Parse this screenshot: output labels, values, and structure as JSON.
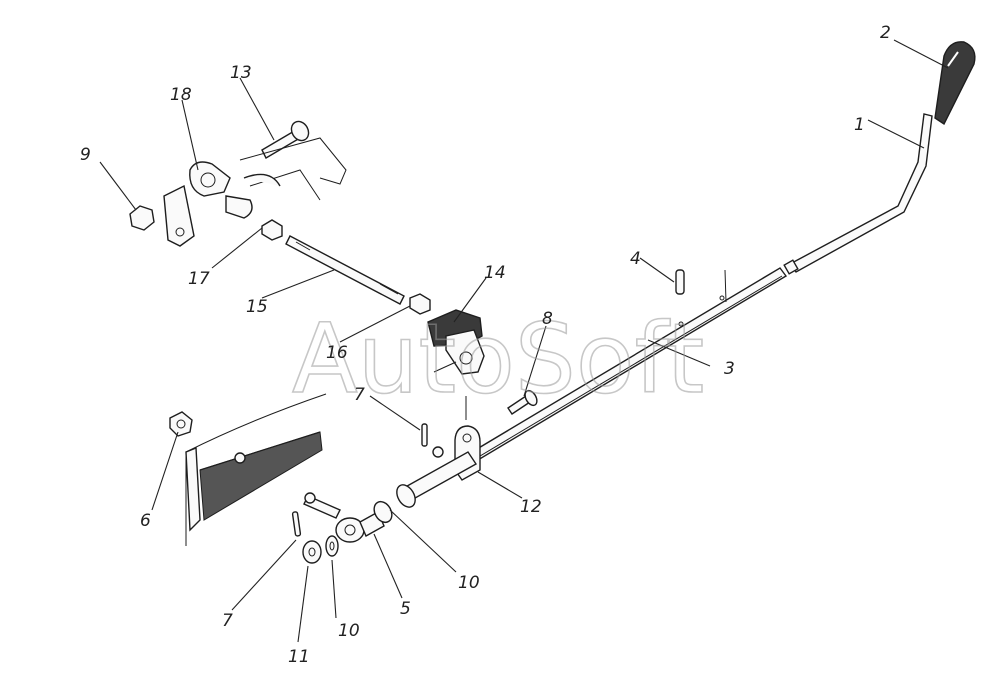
{
  "watermark": "AutoSoft",
  "callouts": {
    "c1": "1",
    "c2": "2",
    "c3": "3",
    "c4": "4",
    "c5": "5",
    "c6": "6",
    "c7a": "7",
    "c7b": "7",
    "c8": "8",
    "c9": "9",
    "c10a": "10",
    "c10b": "10",
    "c11": "11",
    "c12": "12",
    "c13": "13",
    "c14": "14",
    "c15": "15",
    "c16": "16",
    "c17": "17",
    "c18": "18"
  }
}
